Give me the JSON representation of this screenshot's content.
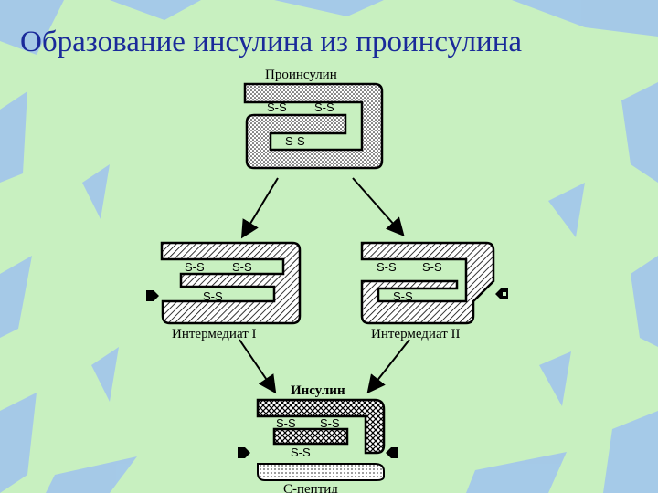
{
  "slide": {
    "title": "Образование инсулина из проинсулина"
  },
  "labels": {
    "proinsulin": "Проинсулин",
    "intermediate1": "Интермедиат I",
    "intermediate2": "Интермедиат II",
    "insulin": "Инсулин",
    "cpeptide": "С-пептид"
  },
  "bonds": {
    "ss": "S-S"
  },
  "colors": {
    "background": "#c8f0c0",
    "title": "#1a2a9a",
    "stroke": "#000000",
    "decor": "#9fc3ee"
  }
}
